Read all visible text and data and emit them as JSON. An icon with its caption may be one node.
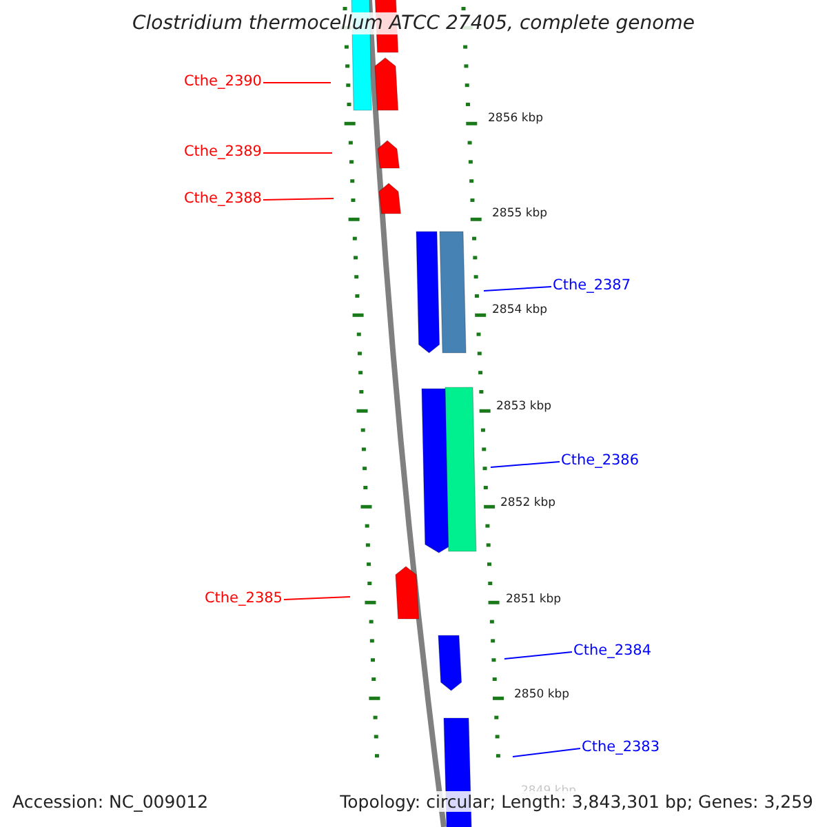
{
  "diagram": {
    "title": "Clostridium thermocellum ATCC 27405, complete genome",
    "nodes": [
      {
        "text": [
          "Cthe_2390"
        ]
      },
      {
        "text": [
          "Cthe_2389"
        ]
      },
      {
        "text": [
          "Cthe_2388"
        ]
      },
      {
        "text": [
          "Cthe_2387"
        ]
      },
      {
        "text": [
          "Cthe_2386"
        ]
      },
      {
        "text": [
          "Cthe_2385"
        ]
      },
      {
        "text": [
          "Cthe_2384"
        ]
      },
      {
        "text": [
          "Cthe_2383"
        ]
      }
    ],
    "edges": [
      {
        "from": 0,
        "to": null,
        "arrow": "none"
      },
      {
        "from": 1,
        "to": null,
        "arrow": "none"
      },
      {
        "from": 2,
        "to": null,
        "arrow": "none"
      },
      {
        "from": 3,
        "to": null,
        "arrow": "none",
        "color": "#0000ff"
      },
      {
        "from": 4,
        "to": null,
        "arrow": "none",
        "color": "#0000ff"
      },
      {
        "from": 5,
        "to": null,
        "arrow": "none"
      },
      {
        "from": 6,
        "to": null,
        "arrow": "none",
        "color": "#0000ff"
      },
      {
        "from": 7,
        "to": null,
        "arrow": "none",
        "color": "#0000ff"
      }
    ],
    "labels": [
      "2856 kbp",
      "2855 kbp",
      "2854 kbp",
      "2853 kbp",
      "2852 kbp",
      "2851 kbp",
      "2850 kbp",
      "2849 kbp",
      "Accession: NC_009012",
      "Topology: circular; Length: 3,843,301 bp; Genes: 3,259"
    ]
  }
}
